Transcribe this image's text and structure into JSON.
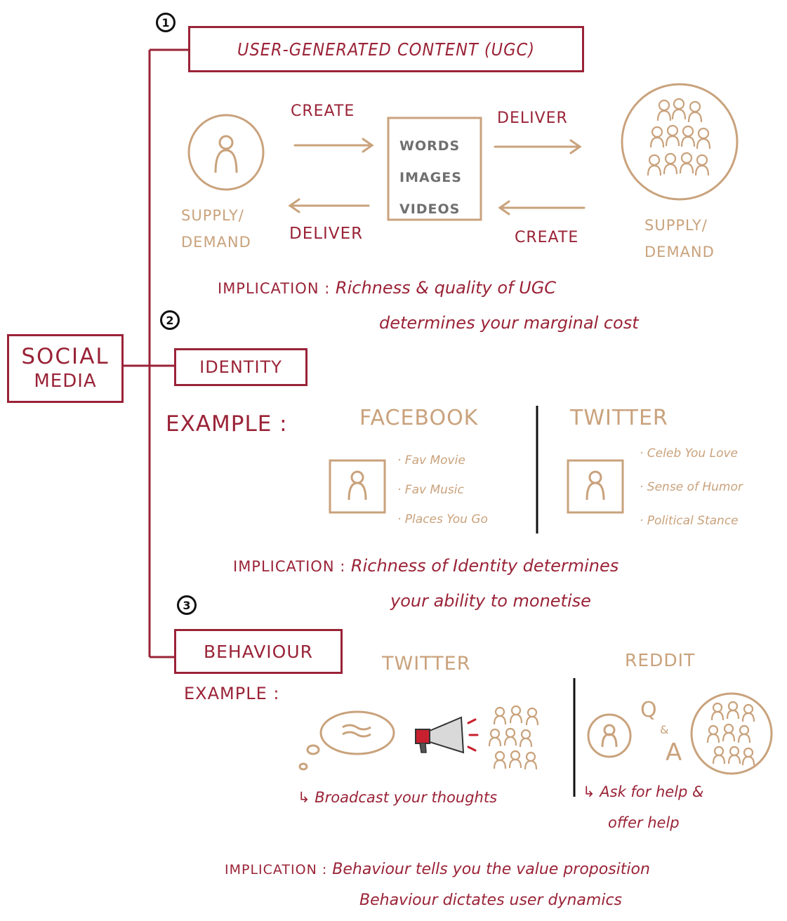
{
  "numbers": {
    "one": "1",
    "two": "2",
    "three": "3"
  },
  "root": {
    "line1": "SOCIAL",
    "line2": "MEDIA"
  },
  "sections": {
    "ugc": {
      "title": "USER-GENERATED CONTENT (UGC)",
      "create_top": "CREATE",
      "deliver_top": "DELIVER",
      "deliver_bottom": "DELIVER",
      "create_bottom": "CREATE",
      "content_items": [
        "WORDS",
        "IMAGES",
        "VIDEOS"
      ],
      "left_label_1": "SUPPLY/",
      "left_label_2": "DEMAND",
      "right_label_1": "SUPPLY/",
      "right_label_2": "DEMAND",
      "implication_label": "IMPLICATION :",
      "implication_line1": "Richness & quality of UGC",
      "implication_line2": "determines your marginal cost"
    },
    "identity": {
      "title": "IDENTITY",
      "example_label": "EXAMPLE :",
      "facebook": {
        "name": "FACEBOOK",
        "items": [
          "· Fav Movie",
          "· Fav Music",
          "· Places You Go"
        ]
      },
      "twitter": {
        "name": "TWITTER",
        "items": [
          "· Celeb You Love",
          "· Sense of Humor",
          "· Political Stance"
        ]
      },
      "implication_label": "IMPLICATION :",
      "implication_line1": "Richness of Identity determines",
      "implication_line2": "your ability to monetise"
    },
    "behaviour": {
      "title": "BEHAVIOUR",
      "example_label": "EXAMPLE :",
      "twitter": {
        "name": "TWITTER",
        "caption": "↳ Broadcast your thoughts"
      },
      "reddit": {
        "name": "REDDIT",
        "q": "Q",
        "amp": "&",
        "a": "A",
        "caption_line1": "↳ Ask for help &",
        "caption_line2": "offer help"
      },
      "implication_label": "IMPLICATION :",
      "implication_line1": "Behaviour tells you the value proposition",
      "implication_line2": "Behaviour dictates user dynamics"
    }
  },
  "colors": {
    "accent_red": "#9a2337",
    "accent_tan": "#c9a27c",
    "text_grey": "#6f6f6f"
  }
}
